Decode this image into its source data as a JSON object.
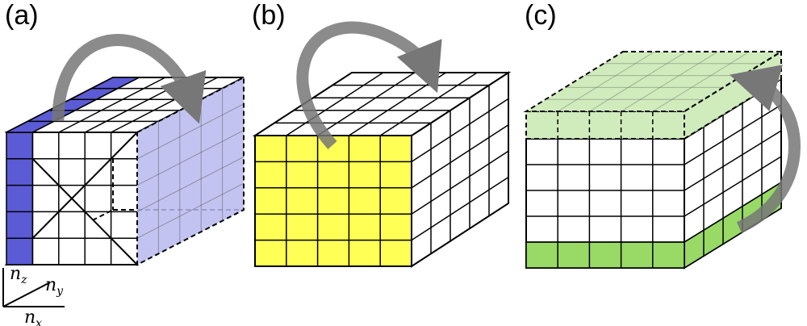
{
  "panels": [
    {
      "id": "a",
      "label": "(a)",
      "highlight_color": "#5b5bd6",
      "ghost_color": "#b8b8ee"
    },
    {
      "id": "b",
      "label": "(b)",
      "highlight_color": "#ffff55",
      "ghost_color": "#ffff70"
    },
    {
      "id": "c",
      "label": "(c)",
      "highlight_color": "#99d966",
      "ghost_color": "#c8e8b0"
    }
  ],
  "axes": {
    "z": {
      "symbol": "n",
      "subscript": "z"
    },
    "y": {
      "symbol": "n",
      "subscript": "y"
    },
    "x": {
      "symbol": "n",
      "subscript": "x"
    }
  },
  "grid": {
    "cols": 5,
    "rows": 5,
    "depth": 5
  },
  "arrow_color": "#777777"
}
